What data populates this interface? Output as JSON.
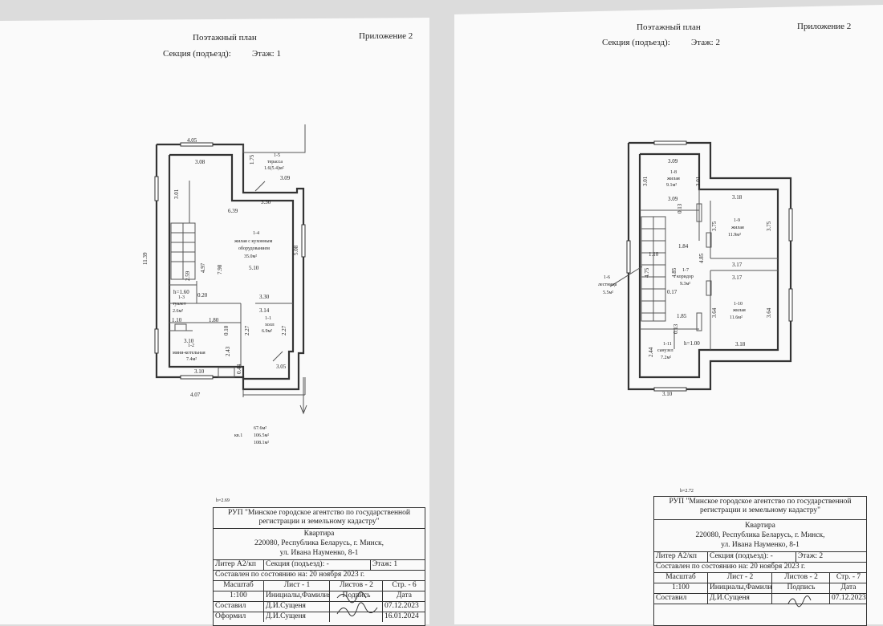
{
  "sheets": [
    {
      "title": "Поэтажный план",
      "appendix": "Приложение 2",
      "section_label": "Секция (подъезд):",
      "floor_label": "Этаж: 1",
      "dims": {
        "top_outer": "4.05",
        "top_inner": "3.08",
        "left_total": "11.39",
        "left_upper": "3.01",
        "d639": "6.39",
        "d330a": "3.30",
        "d175": "1.75",
        "d309": "3.09",
        "d508": "5.08",
        "d798": "7.98",
        "d497": "4.97",
        "d510": "5.10",
        "d259": "2.59",
        "h160": "h=1.60",
        "d020": "0.20",
        "d330b": "3.30",
        "d314": "3.14",
        "d110": "1.10",
        "d180": "1.80",
        "d010": "0.10",
        "d227a": "2.27",
        "d227b": "2.27",
        "d310a": "3.10",
        "d243": "2.43",
        "d310b": "3.10",
        "d044": "0.44",
        "d305": "3.05",
        "bottom_outer": "4.07"
      },
      "rooms": [
        {
          "id": "1-5",
          "name": "терасса",
          "area": "1.6(5.4)м²"
        },
        {
          "id": "1-4",
          "name": "жилая с кухонным",
          "name2": "оборудованием",
          "area": "35.0м²"
        },
        {
          "id": "1-3",
          "name": "туалет",
          "area": "2.6м²"
        },
        {
          "id": "1-1",
          "name": "холл",
          "area": "6.9м²"
        },
        {
          "id": "1-2",
          "name": "мини-котельная",
          "area": "7.4м²"
        }
      ],
      "summary": {
        "apt": "кв.1",
        "a1": "67.6м²",
        "a2": "106.5м²",
        "a3": "108.1м²"
      },
      "height": "h=2.69",
      "title_block": {
        "org1": "РУП \"Минское городское агентство по государственной",
        "org2": "регистрации и земельному кадастру\"",
        "type": "Квартира",
        "addr1": "220080, Республика Беларусь, г. Минск,",
        "addr2": "ул. Ивана Науменко, 8-1",
        "liter": "Литер А2/кп",
        "section": "Секция (подъезд): -",
        "floor": "Этаж: 1",
        "state": "Составлен по состоянию на: 20 ноября 2023 г.",
        "scale_h": "Масштаб",
        "sheet": "Лист - 1",
        "sheets": "Листов - 2",
        "page": "Стр. - 6",
        "scale": "1:100",
        "names_h": "Инициалы,Фамилия",
        "sign_h": "Подпись",
        "date_h": "Дата",
        "r1_role": "Составил",
        "r1_name": "Д.И.Сущеня",
        "r1_date": "07.12.2023",
        "r2_role": "Оформил",
        "r2_name": "Д.И.Сущеня",
        "r2_date": "16.01.2024"
      }
    },
    {
      "title": "Поэтажный план",
      "appendix": "Приложение 2",
      "section_label": "Секция (подъезд):",
      "floor_label": "Этаж: 2",
      "dims": {
        "d309a": "3.09",
        "d301a": "3.01",
        "d301b": "3.01",
        "d309b": "3.09",
        "d013a": "0.13",
        "d318a": "3.18",
        "d375a": "3.75",
        "d375b": "3.75",
        "d184": "1.84",
        "d110": "1.10",
        "d475": "4.75",
        "d485a": "4.85",
        "d485b": "4.85",
        "d317a": "3.17",
        "d317b": "3.17",
        "d017": "0.17",
        "d185": "1.85",
        "d364a": "3.64",
        "d364b": "3.64",
        "d013b": "0.13",
        "h100": "h=1.00",
        "d318b": "3.18",
        "d244": "2.44",
        "d310": "3.10"
      },
      "rooms": [
        {
          "id": "1-8",
          "name": "жилая",
          "area": "9.1м²"
        },
        {
          "id": "1-9",
          "name": "жилая",
          "area": "11.9м²"
        },
        {
          "id": "1-6",
          "name": "лестница",
          "area": "5.5м²"
        },
        {
          "id": "1-7",
          "name": "коридор",
          "area": "9.3м²"
        },
        {
          "id": "1-10",
          "name": "жилая",
          "area": "11.6м²"
        },
        {
          "id": "1-11",
          "name": "санузел",
          "area": "7.2м²"
        }
      ],
      "height": "h=2.72",
      "title_block": {
        "org1": "РУП \"Минское городское агентство по государственной",
        "org2": "регистрации и земельному кадастру\"",
        "type": "Квартира",
        "addr1": "220080, Республика Беларусь, г. Минск,",
        "addr2": "ул. Ивана Науменко, 8-1",
        "liter": "Литер А2/кп",
        "section": "Секция (подъезд): -",
        "floor": "Этаж: 2",
        "state": "Составлен по состоянию на: 20 ноября 2023 г.",
        "scale_h": "Масштаб",
        "sheet": "Лист - 2",
        "sheets": "Листов - 2",
        "page": "Стр. - 7",
        "scale": "1:100",
        "names_h": "Инициалы,Фамилия",
        "sign_h": "Подпись",
        "date_h": "Дата",
        "r1_role": "Составил",
        "r1_name": "Д.И.Сущеня",
        "r1_date": "07.12.2023"
      }
    }
  ]
}
